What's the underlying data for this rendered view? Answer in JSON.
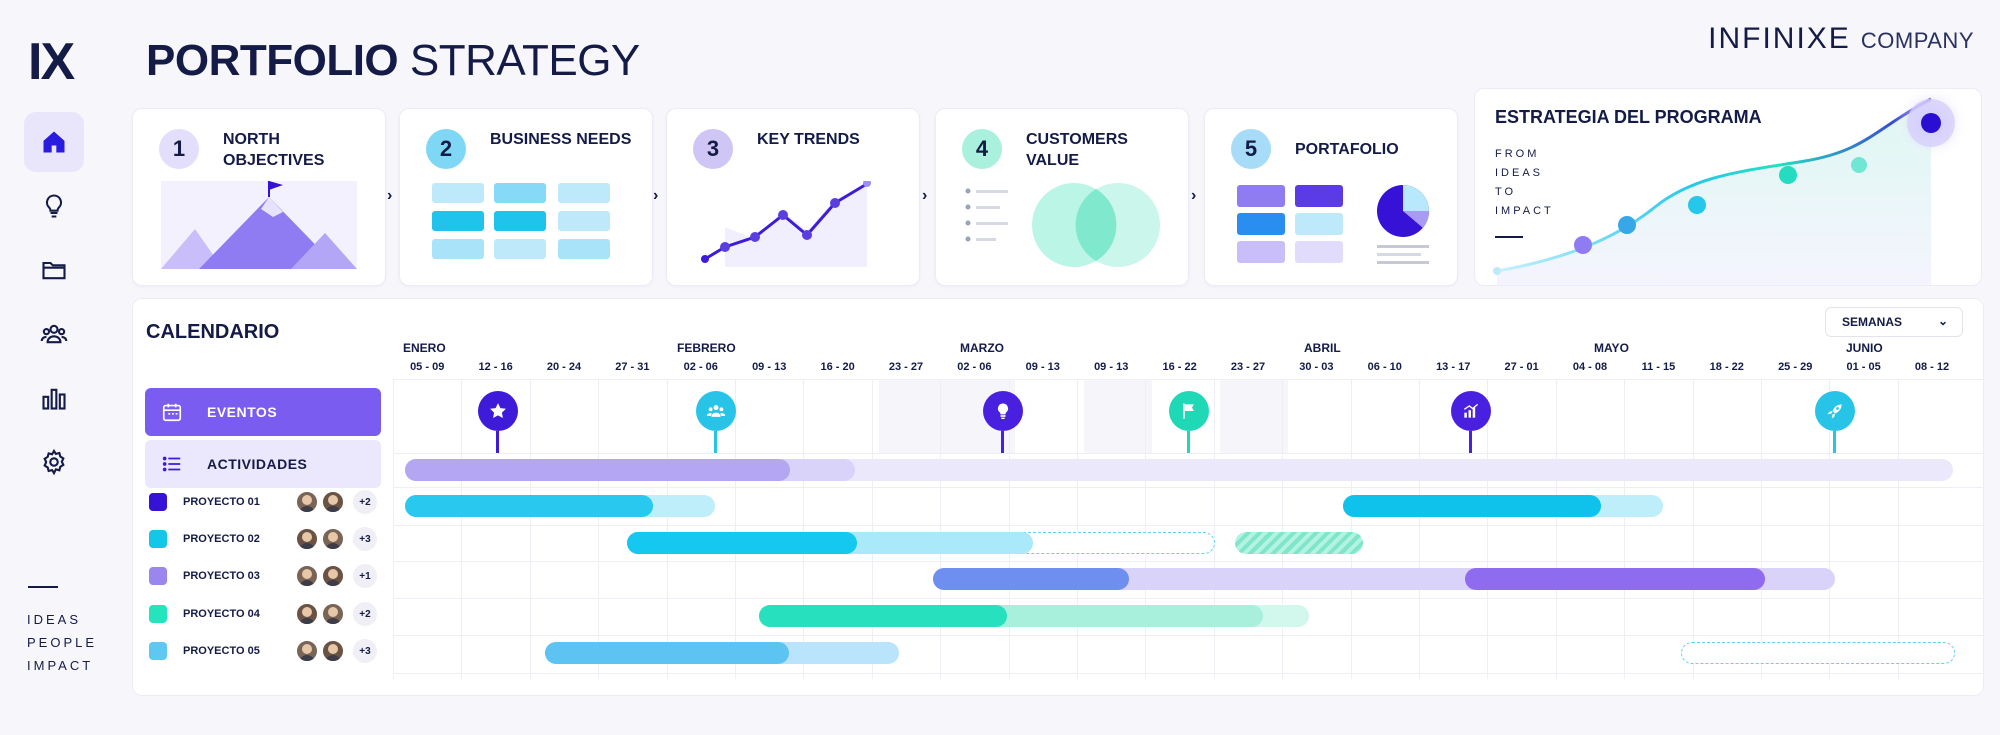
{
  "app": {
    "logo": "IX",
    "title_bold": "PORTFOLIO",
    "title_light": "STRATEGY",
    "brand_name": "INFINIXE",
    "brand_suffix": "COMPANY"
  },
  "sidebar": {
    "items": [
      {
        "name": "home",
        "icon": "home-icon",
        "active": true
      },
      {
        "name": "ideas",
        "icon": "lightbulb-icon",
        "active": false
      },
      {
        "name": "files",
        "icon": "folder-icon",
        "active": false
      },
      {
        "name": "team",
        "icon": "users-icon",
        "active": false
      },
      {
        "name": "reports",
        "icon": "bar-chart-icon",
        "active": false
      },
      {
        "name": "settings",
        "icon": "gear-icon",
        "active": false
      }
    ],
    "words": [
      "IDEAS",
      "PEOPLE",
      "IMPACT"
    ]
  },
  "steps": [
    {
      "num": "1",
      "label": "NORTH OBJECTIVES",
      "color": "#e3defb"
    },
    {
      "num": "2",
      "label": "BUSINESS NEEDS",
      "color": "#7fd7f6"
    },
    {
      "num": "3",
      "label": "KEY TRENDS",
      "color": "#cfc6f6"
    },
    {
      "num": "4",
      "label": "CUSTOMERS VALUE",
      "color": "#a9f1dc"
    },
    {
      "num": "5",
      "label": "PORTAFOLIO",
      "color": "#a6dcf7"
    }
  ],
  "strategy": {
    "title": "ESTRATEGIA DEL PROGRAMA",
    "words": [
      "FROM",
      "IDEAS",
      "TO",
      "IMPACT"
    ]
  },
  "calendar": {
    "title": "CALENDARIO",
    "view_select": "SEMANAS",
    "months": [
      "ENERO",
      "FEBRERO",
      "MARZO",
      "ABRIL",
      "MAYO",
      "JUNIO"
    ],
    "weeks": [
      "05 - 09",
      "12 - 16",
      "20 - 24",
      "27 - 31",
      "02 - 06",
      "09 - 13",
      "16 - 20",
      "23 - 27",
      "02 - 06",
      "09 - 13",
      "09 - 13",
      "16 - 22",
      "23 - 27",
      "30 - 03",
      "06 - 10",
      "13 - 17",
      "27 - 01",
      "04 - 08",
      "11 - 15",
      "18 - 22",
      "25 - 29",
      "01 - 05",
      "08 - 12"
    ],
    "eventos_label": "EVENTOS",
    "actividades_label": "ACTIVIDADES",
    "milestones": [
      {
        "icon": "star-icon",
        "color": "#3d1bd8"
      },
      {
        "icon": "team-icon",
        "color": "#27c4e7"
      },
      {
        "icon": "lightbulb-icon",
        "color": "#4a20e0"
      },
      {
        "icon": "flag-icon",
        "color": "#1fd8b6"
      },
      {
        "icon": "chart-icon",
        "color": "#4a20e0"
      },
      {
        "icon": "rocket-icon",
        "color": "#27c4e7"
      }
    ],
    "projects": [
      {
        "name": "PROYECTO 01",
        "color": "#3512d6",
        "more": "+2"
      },
      {
        "name": "PROYECTO 02",
        "color": "#12c7e8",
        "more": "+3"
      },
      {
        "name": "PROYECTO 03",
        "color": "#9b86ef",
        "more": "+1"
      },
      {
        "name": "PROYECTO 04",
        "color": "#23e4bd",
        "more": "+2"
      },
      {
        "name": "PROYECTO 05",
        "color": "#5ec8f2",
        "more": "+3"
      }
    ]
  }
}
